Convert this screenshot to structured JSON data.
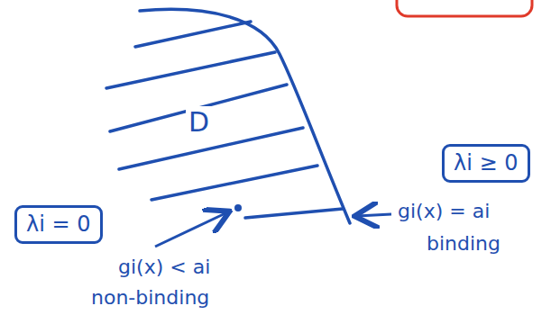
{
  "diagram": {
    "nodes": [
      {
        "text": [
          "λi ≥ 0"
        ]
      },
      {
        "text": [
          "λi = 0"
        ]
      }
    ],
    "labels": [
      "D",
      "gi(x) = ai",
      "binding",
      "gi(x) < ai",
      "non-binding"
    ]
  }
}
